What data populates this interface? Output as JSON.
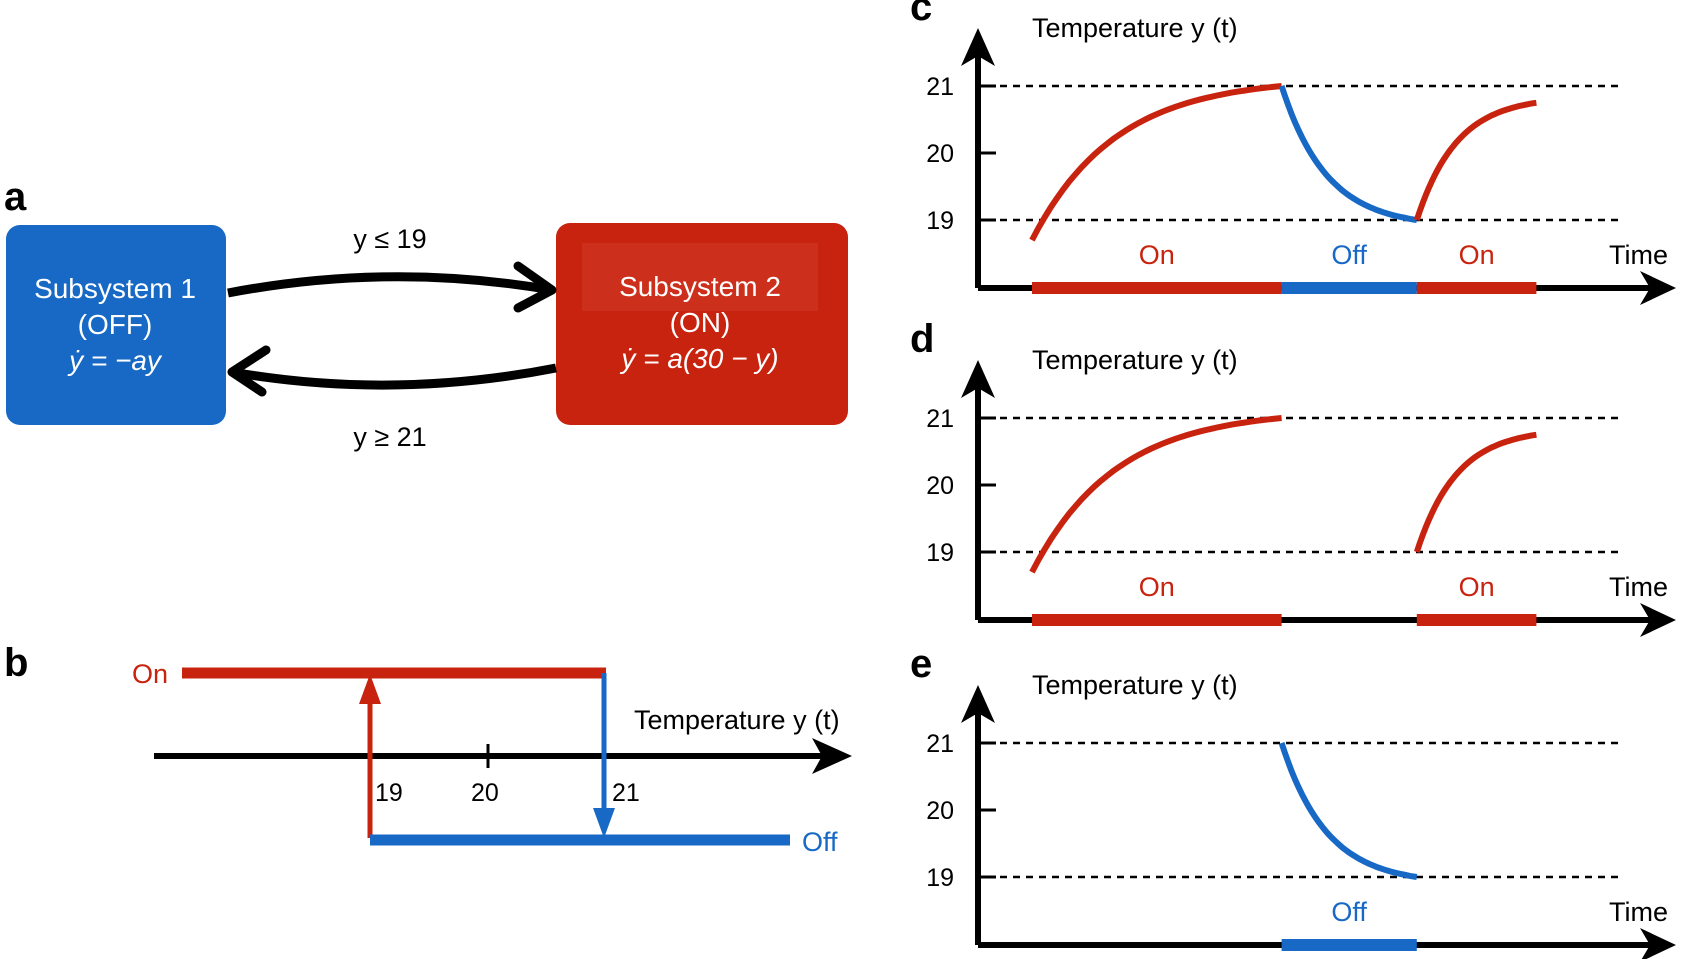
{
  "colors": {
    "on": "#c8230f",
    "off": "#1769c5",
    "axis": "#000000",
    "box_on": "#c8230f",
    "box_off": "#1769c5"
  },
  "panel_a": {
    "letter": "a",
    "subsystem1": {
      "title": "Subsystem 1",
      "state": "(OFF)",
      "equation": "ẏ = −ay"
    },
    "subsystem2": {
      "title": "Subsystem 2",
      "state": "(ON)",
      "equation": "ẏ = a(30 − y)"
    },
    "guard_top": "y ≤ 19",
    "guard_bottom": "y ≥ 21"
  },
  "panel_b": {
    "letter": "b",
    "on_label": "On",
    "off_label": "Off",
    "axis_label": "Temperature y (t)",
    "ticks": [
      "19",
      "20",
      "21"
    ],
    "switch_on_at": 19,
    "switch_off_at": 21
  },
  "chart_data": [
    {
      "panel": "c",
      "type": "line",
      "ylabel": "Temperature y (t)",
      "xlabel": "Time",
      "yticks": [
        "19",
        "20",
        "21"
      ],
      "ylim": [
        18.1,
        21.7
      ],
      "thresholds": [
        19,
        21
      ],
      "segments": [
        {
          "mode": "on",
          "x_start": 0.0,
          "x_end": 2.4,
          "y_start": 18.7,
          "y_end": 21.0,
          "label": "On"
        },
        {
          "mode": "off",
          "x_start": 2.4,
          "x_end": 3.7,
          "y_start": 21.0,
          "y_end": 19.0,
          "label": "Off"
        },
        {
          "mode": "on",
          "x_start": 3.7,
          "x_end": 4.85,
          "y_start": 19.0,
          "y_end": 20.75,
          "label": "On"
        }
      ]
    },
    {
      "panel": "d",
      "type": "line",
      "ylabel": "Temperature y (t)",
      "xlabel": "Time",
      "yticks": [
        "19",
        "20",
        "21"
      ],
      "ylim": [
        18.1,
        21.7
      ],
      "thresholds": [
        19,
        21
      ],
      "segments": [
        {
          "mode": "on",
          "x_start": 0.0,
          "x_end": 2.4,
          "y_start": 18.7,
          "y_end": 21.0,
          "label": "On"
        },
        {
          "mode": "on",
          "x_start": 3.7,
          "x_end": 4.85,
          "y_start": 19.0,
          "y_end": 20.75,
          "label": "On"
        }
      ]
    },
    {
      "panel": "e",
      "type": "line",
      "ylabel": "Temperature y (t)",
      "xlabel": "Time",
      "yticks": [
        "19",
        "20",
        "21"
      ],
      "ylim": [
        18.1,
        21.7
      ],
      "thresholds": [
        19,
        21
      ],
      "segments": [
        {
          "mode": "off",
          "x_start": 2.4,
          "x_end": 3.7,
          "y_start": 21.0,
          "y_end": 19.0,
          "label": "Off"
        }
      ]
    }
  ]
}
